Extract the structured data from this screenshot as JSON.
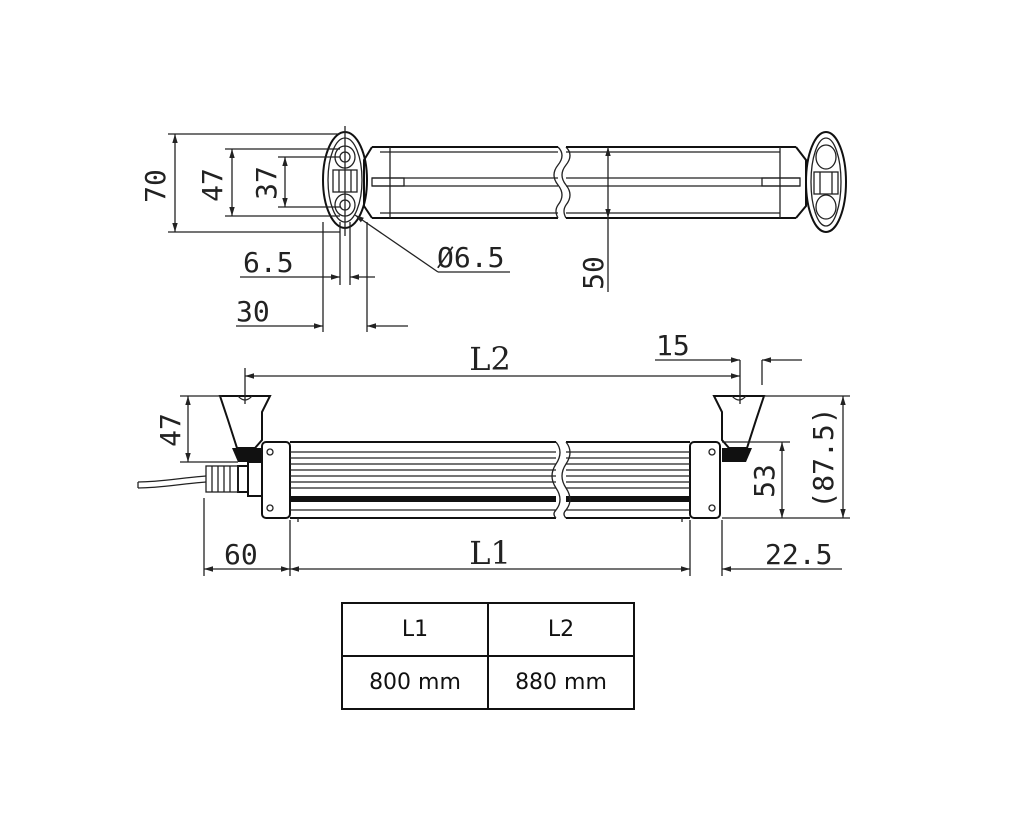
{
  "dimensions": {
    "top_view": {
      "d70": "70",
      "d47": "47",
      "d37": "37",
      "d6_5": "6.5",
      "dia": "Ø6.5",
      "d30": "30",
      "d50": "50"
    },
    "side_view": {
      "L2": "L2",
      "d15": "15",
      "d47": "47",
      "d53": "53",
      "d87_5": "(87.5)",
      "d60": "60",
      "L1": "L1",
      "d22_5": "22.5"
    }
  },
  "table": {
    "headers": [
      "L1",
      "L2"
    ],
    "values": [
      "800 mm",
      "880 mm"
    ]
  }
}
